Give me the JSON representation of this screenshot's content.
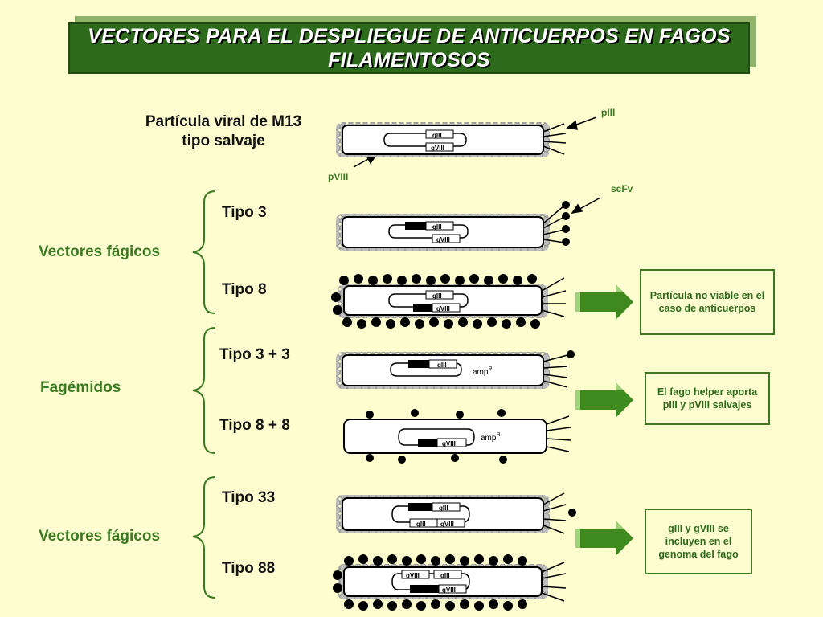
{
  "title": "VECTORES PARA EL DESPLIEGUE DE ANTICUERPOS EN FAGOS FILAMENTOSOS",
  "wildtype": {
    "label": "Partícula viral de M13 tipo salvaje",
    "pIII": "pIII",
    "pVIII": "pVIII",
    "scFv": "scFv"
  },
  "groups": {
    "phage_vectors_1": "Vectores fágicos",
    "phagemids": "Fagémidos",
    "phage_vectors_2": "Vectores fágicos"
  },
  "types": {
    "t3": "Tipo 3",
    "t8": "Tipo 8",
    "t33plus": "Tipo 3 + 3",
    "t88plus": "Tipo 8 + 8",
    "t33": "Tipo 33",
    "t88": "Tipo 88"
  },
  "genes": {
    "gIII": "gIII",
    "gVIII": "gVIII",
    "ampR": "amp",
    "ampR_sup": "R"
  },
  "notes": {
    "n1": "Partícula no viable en el caso de anticuerpos",
    "n2": "El fago helper aporta pIII y pVIII salvajes",
    "n3": "gIII y gVIII se incluyen en el genoma del fago"
  },
  "colors": {
    "title_bg": "#2e6a1c",
    "group_text": "#3c7a22",
    "arrow": "#3e8a1e",
    "background": "#fdfdcf"
  }
}
